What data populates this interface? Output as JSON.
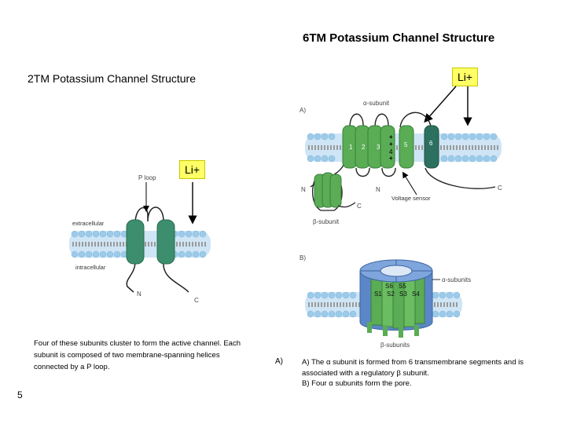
{
  "titles": {
    "six_tm": "6TM Potassium Channel Structure",
    "two_tm": "2TM Potassium Channel Structure"
  },
  "ion_labels": {
    "right": "Li+",
    "left": "Li+"
  },
  "left_diagram": {
    "p_loop": "P loop",
    "extracellular": "extracellular",
    "intracellular": "intracellular",
    "n_term": "N",
    "c_term": "C"
  },
  "right_diagram_a": {
    "panel": "A)",
    "alpha": "α-subunit",
    "segments": [
      "1",
      "2",
      "3",
      "4",
      "5",
      "6"
    ],
    "plus_signs": [
      "+",
      "+",
      "+"
    ],
    "n_left": "N",
    "n_mid": "N",
    "c_right": "C",
    "c_beta": "C",
    "voltage_sensor": "Voltage sensor",
    "beta": "β-subunit"
  },
  "right_diagram_b": {
    "panel": "B)",
    "alphas": "α-subunits",
    "betas": "β-subunits",
    "top_labels": [
      "S6",
      "S5"
    ],
    "bottom_labels": [
      "S1",
      "S2",
      "S3",
      "S4"
    ]
  },
  "captions": {
    "left_text": "Four of these subunits cluster to form the active channel. Each subunit is composed of two membrane-spanning helices connected by a P loop.",
    "a_label": "A)",
    "a_text": "A) The α subunit is formed from 6 transmembrane segments and is associated with a regulatory β subunit.",
    "b_text": "B) Four α subunits form the pore."
  },
  "page_number": "5",
  "colors": {
    "highlight": "#ffff66",
    "helix_green": "#3f9a52",
    "helix_dark": "#2d7060",
    "pore_blue": "#5b87c8",
    "membrane": "#a9d3ef"
  }
}
